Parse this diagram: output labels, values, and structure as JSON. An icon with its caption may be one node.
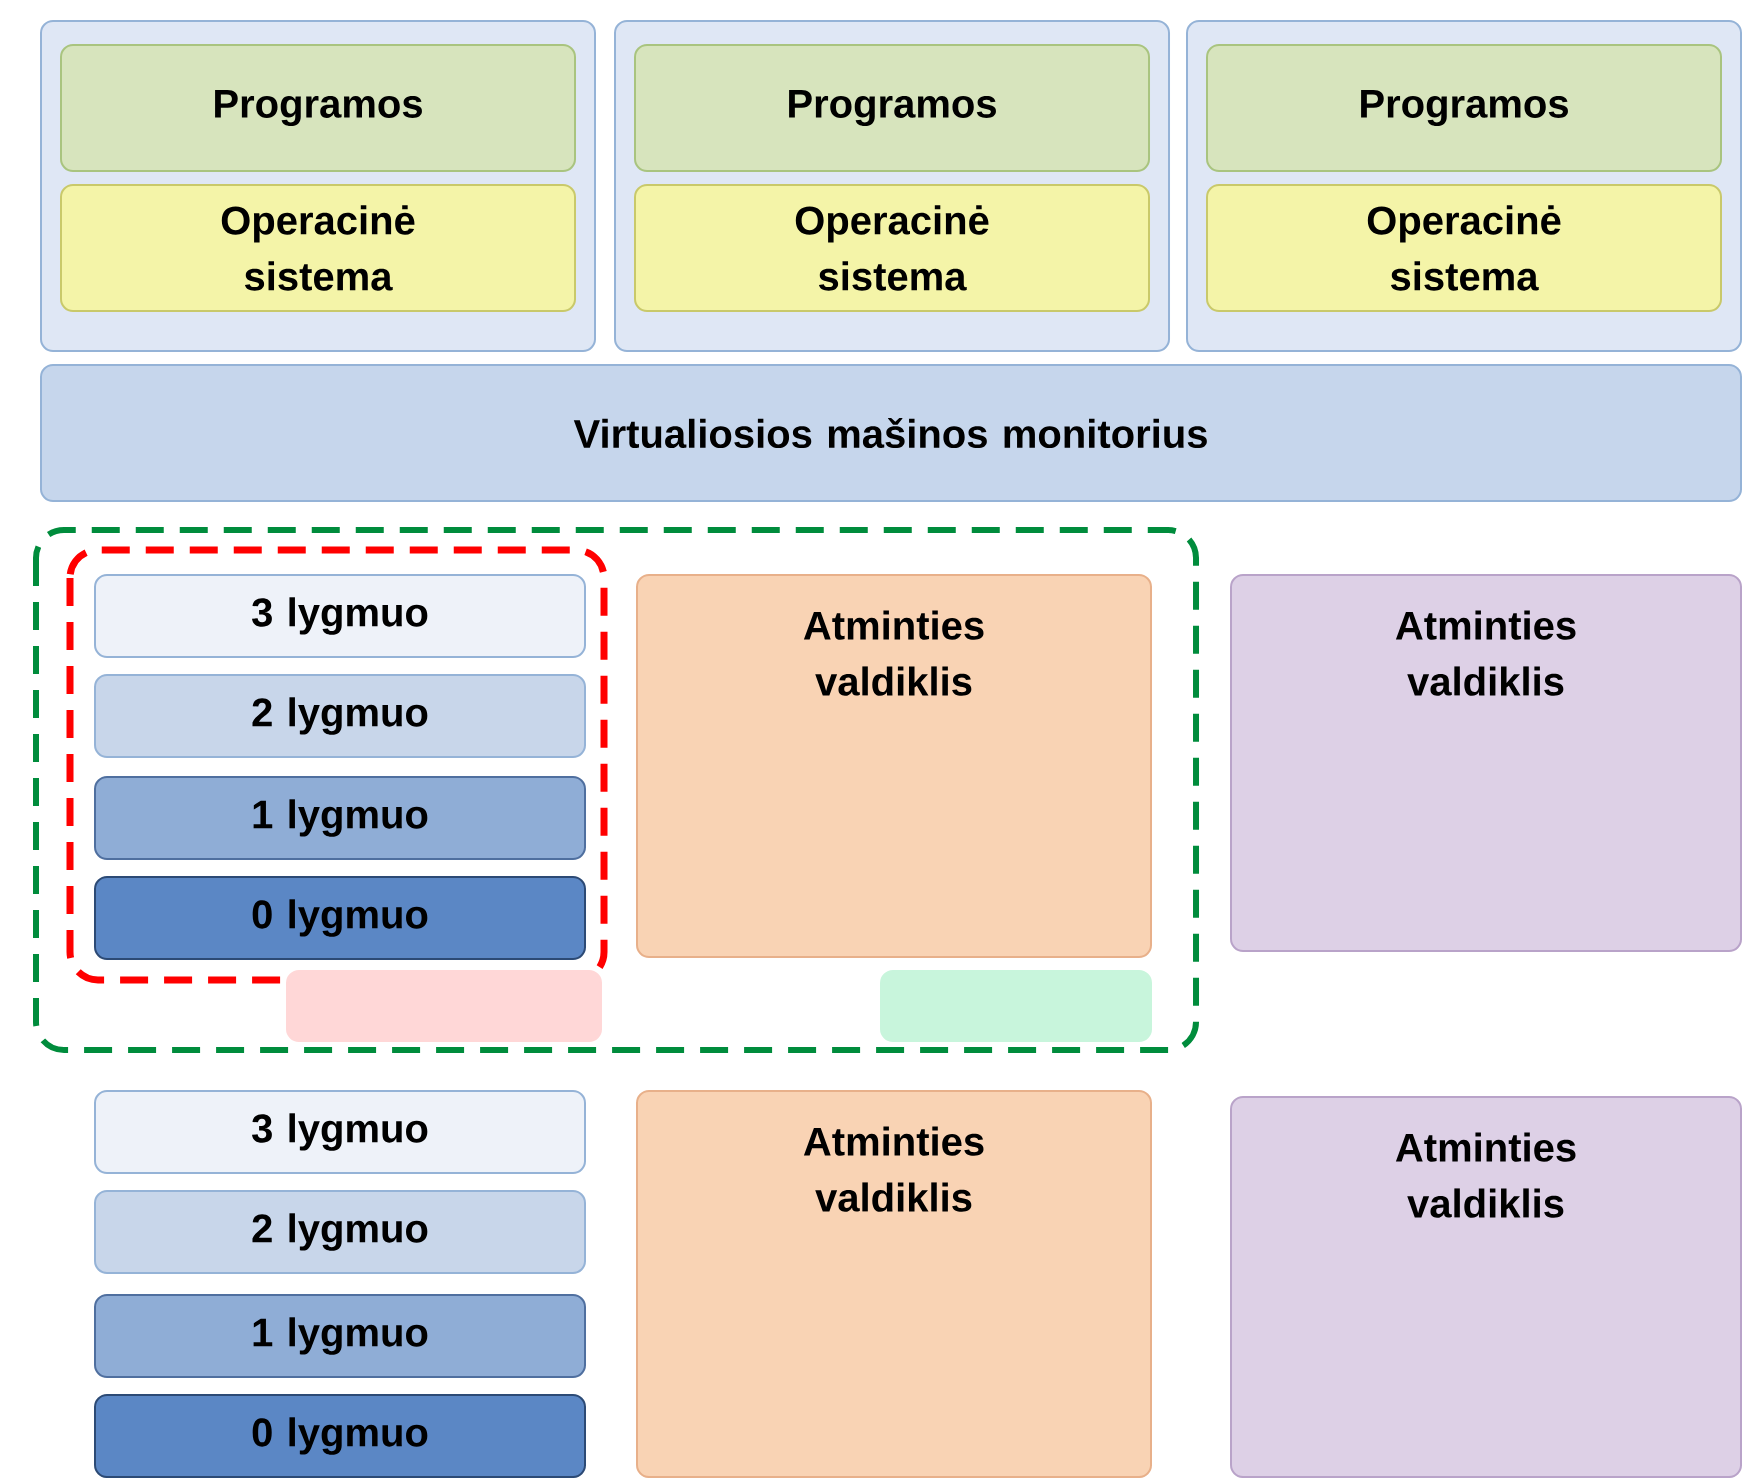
{
  "diagram": {
    "nodes": [
      {
        "text": [],
        "shape": "box"
      },
      {
        "text": [
          "Programos"
        ],
        "in": 0
      },
      {
        "text": [
          "Operacinė sistema"
        ],
        "in": 0
      },
      {
        "text": [],
        "shape": "box"
      },
      {
        "text": [
          "Programos"
        ],
        "in": 3
      },
      {
        "text": [
          "Operacinė sistema"
        ],
        "in": 3
      },
      {
        "text": [],
        "shape": "box"
      },
      {
        "text": [
          "Programos"
        ],
        "in": 6
      },
      {
        "text": [
          "Operacinė sistema"
        ],
        "in": 6
      },
      {
        "text": [
          "Virtualiosios mašinos monitorius"
        ]
      },
      {
        "text": [
          "3 lygmuo"
        ]
      },
      {
        "text": [
          "2 lygmuo"
        ]
      },
      {
        "text": [
          "1 lygmuo"
        ]
      },
      {
        "text": [
          "0 lygmuo"
        ]
      },
      {
        "text": [
          "Atminties valdiklis"
        ]
      },
      {
        "text": [
          "Atminties valdiklis"
        ]
      },
      {
        "text": [],
        "shape": "box"
      },
      {
        "text": [],
        "shape": "box"
      },
      {
        "text": [
          "3 lygmuo"
        ]
      },
      {
        "text": [
          "2 lygmuo"
        ]
      },
      {
        "text": [
          "1 lygmuo"
        ]
      },
      {
        "text": [
          "0 lygmuo"
        ]
      },
      {
        "text": [
          "Atminties valdiklis"
        ]
      },
      {
        "text": [
          "Atminties valdiklis"
        ]
      }
    ],
    "edges": []
  }
}
